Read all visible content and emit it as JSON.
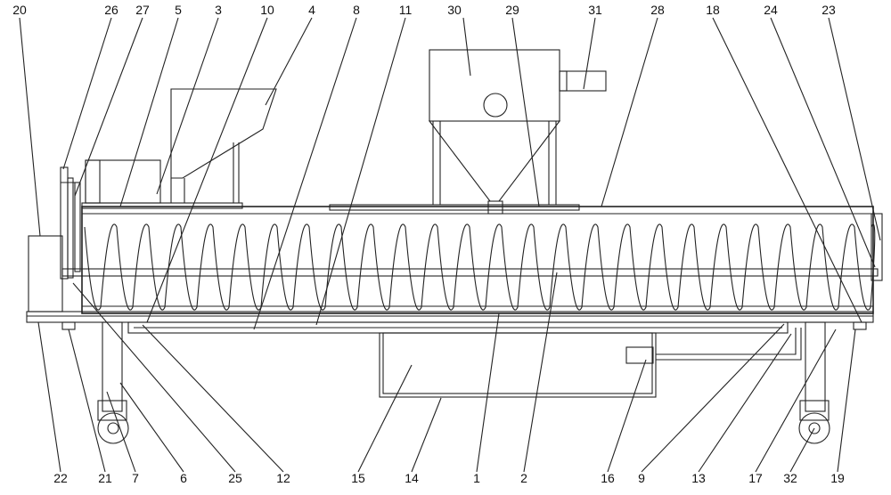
{
  "labels": {
    "top": [
      "20",
      "26",
      "27",
      "5",
      "3",
      "10",
      "4",
      "8",
      "11",
      "30",
      "29",
      "31",
      "28",
      "18",
      "24",
      "23"
    ],
    "bottom": [
      "22",
      "21",
      "7",
      "6",
      "25",
      "12",
      "15",
      "14",
      "1",
      "2",
      "16",
      "9",
      "13",
      "17",
      "32",
      "19"
    ]
  }
}
